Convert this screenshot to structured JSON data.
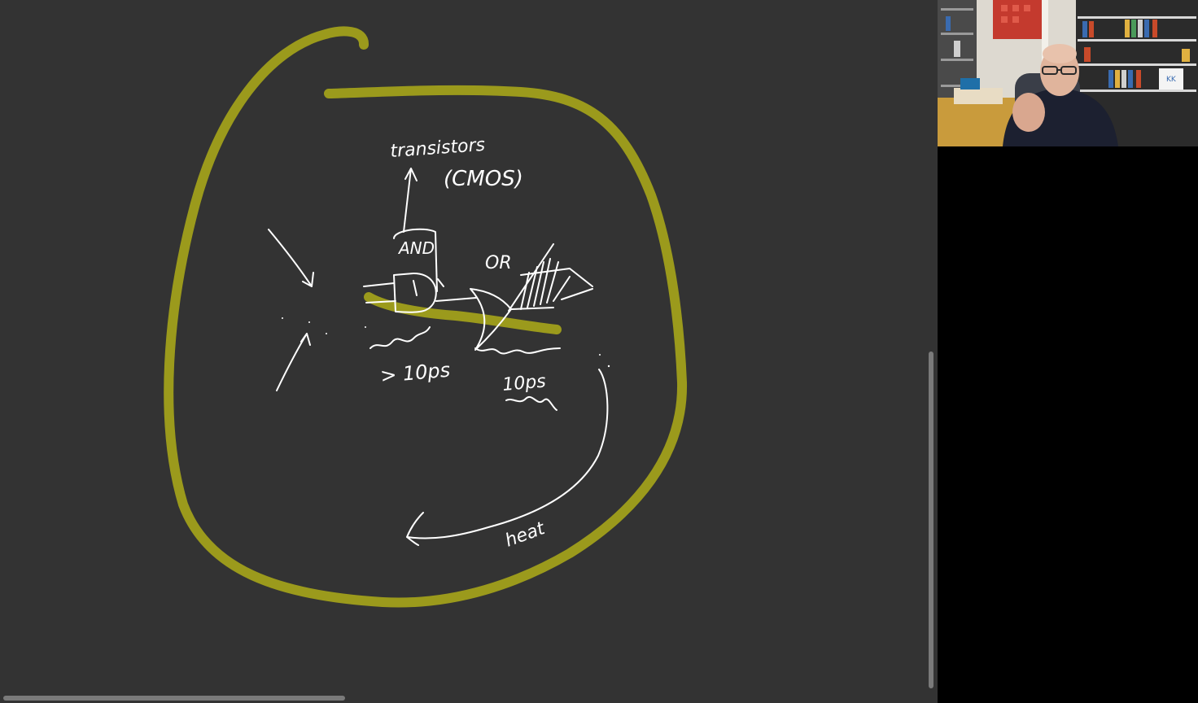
{
  "whiteboard": {
    "background_color": "#333333",
    "ink_color": "#ffffff",
    "highlight_color": "#9b9a1c",
    "labels": {
      "transistors": "transistors",
      "cmos": "(CMOS)",
      "and_gate": "AND",
      "or_gate": "OR",
      "delay_and": "> 10ps",
      "delay_or": "10ps",
      "heat": "heat"
    }
  },
  "participant_video": {
    "icons": [
      "person-video-feed"
    ],
    "sign_label": "KK"
  },
  "scrollbars": {
    "vertical_color": "#7a7a7a",
    "horizontal_color": "#7a7a7a"
  }
}
